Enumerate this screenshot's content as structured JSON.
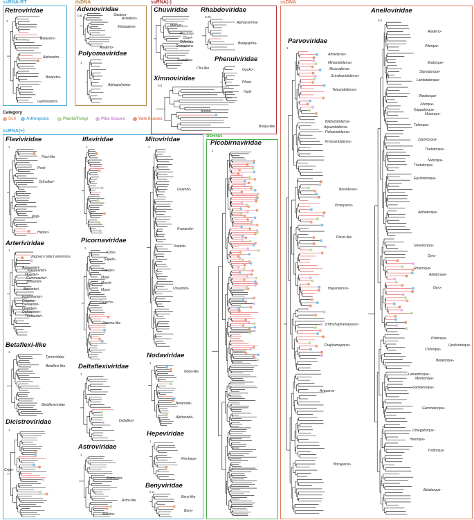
{
  "groups": {
    "ssrna_rt": "ssRNA-RT",
    "dsdna": "dsDNA",
    "ssrna_neg": "ssRNA(-)",
    "ssdna": "ssDNA",
    "ssrna_pos": "ssRNA(+)",
    "dsrna": "dsRNA"
  },
  "colors": {
    "ssrna_rt": "#4aa8d8",
    "dsdna": "#b8864b",
    "ssrna_neg": "#a8323e",
    "ssdna": "#e07a55",
    "ssrna_pos": "#4aa8d8",
    "dsrna": "#4caf50",
    "soil": "#f4a582",
    "arthropods": "#7fc4e8",
    "plants_fungi": "#b8e0a0",
    "pika": "#e0b8e8",
    "vole": "#e8967a",
    "highlight": "#e05050"
  },
  "legend": {
    "title": "Category",
    "items": [
      "Soil",
      "Arthropods",
      "Plants/Fungi",
      "Pika tissues",
      "Vole tissues"
    ]
  },
  "families": {
    "retroviridae": "Retroviridae",
    "adenoviridae": "Adenoviridae",
    "polyomaviridae": "Polyomaviridae",
    "chuviridae": "Chuviridae",
    "rhabdoviridae": "Rhabdoviridae",
    "phenuiviridae": "Phenuiviridae",
    "ximnoviridae": "Ximnoviridae",
    "parvoviridae": "Parvoviridae",
    "anelloviridae": "Anelloviridae",
    "flaviviridae": "Flaviviridae",
    "iflaviridae": "Iflaviridae",
    "mitoviridae": "Mitoviridae",
    "picobirnaviridae": "Picobirnaviridae",
    "arteriviridae": "Arteriviridae",
    "picornaviridae": "Picornaviridae",
    "nodaviridae": "Nodaviridae",
    "betaflexi_like": "Betaflexi-like",
    "deltaflexiviridae": "Deltaflexiviridae",
    "hepeviridae": "Hepeviridae",
    "dicistroviridae": "Dicistroviridae",
    "astroviridae": "Astroviridae",
    "benyviridae": "Benyviridae"
  },
  "labels": {
    "retro": [
      "Betaretro-",
      "Alpharetro-",
      "Betaretro-",
      "Gammaretro-"
    ],
    "adeno": [
      "Siadeno-",
      "Aviadeno-",
      "Mastadeno-",
      "Atadeno-"
    ],
    "polyoma": [
      "Alphapolyoma-"
    ],
    "chu": [
      "Morsus-",
      "Piscichu-",
      "Chuvi-",
      "Odonata-",
      "Demaptera-",
      "Scarabeu-",
      "Chu-like"
    ],
    "rhabdo": [
      "Alphahymrha-",
      "Betapaprha-"
    ],
    "phenui": [
      "Gouko-",
      "Phasi-",
      "Hudi-"
    ],
    "ximno": [
      "Anphe-",
      "Buhya-like"
    ],
    "parvo": [
      "Ambidenso-",
      "Miniambidenso-",
      "Muscodenso-",
      "Scindoambidenso-",
      "Tetuambidenso-",
      "Blattambidenso-",
      "Aquambidenso-",
      "Pefuambidenso-",
      "Protoambidenso-",
      "Brevidenso-",
      "Protoparvo-",
      "Parvo-like",
      "Hepandenso-",
      "Ichthchaphamaparvo-",
      "Chaphamaparvo-",
      "Aveparvo-",
      "Bocaparvo-"
    ],
    "anello": [
      "Atadeno-",
      "Pitorque-",
      "Etatorque-",
      "Sigmatorque-",
      "Lambdatorque-",
      "Wawtorque-",
      "Xitorque-",
      "Kappatorque-",
      "Mutorque-",
      "Tettorque-",
      "Zayintorque-",
      "Thetatorque-",
      "Nutorque-",
      "Thetatorque-",
      "Epsilontorque-",
      "Alphatorque-",
      "Gimeltorque-",
      "Gyro-",
      "Rhotorque-",
      "Aleptorque-",
      "Gyro-",
      "Psitorque-",
      "Upsilontorque-",
      "Chitorque-",
      "Betatorque-",
      "Lamedtorque-",
      "Memtorque-",
      "Samektorque-",
      "Gammatorque-",
      "Omegatorque-",
      "Hetorque-",
      "Yodtorque-",
      "Betatorque-"
    ],
    "flavi": [
      "Flavi-like",
      "Pesti-",
      "Orthoflavi-",
      "Pegi-",
      "Hepaci-"
    ],
    "mito": [
      "Duamito-",
      "Kvaramito-",
      "Triamito-",
      "Unuamito-"
    ],
    "arteri": [
      "Jingmen rodent arterivirus",
      "Alphaarteri-",
      "Kappaarteri-",
      "Muarteri-",
      "Gammaarteri-",
      "Zetaarteri-",
      "Betaarteri-",
      "Epsilonarteri-",
      "Etaarteri-",
      "Deltaarteri-",
      "Iotaarteri-",
      "Deltaarteriv-",
      "Thetaarteri-"
    ],
    "picorna": [
      "Kobu-",
      "Sapelo-",
      "Parabo-",
      "Mupi-",
      "Mischi-",
      "Mosa-",
      "Parecho-",
      "Picorna-like"
    ],
    "noda": [
      "Noda-like",
      "Betanoda-",
      "Alphanoda-"
    ],
    "betaflexi": [
      "Tymoviridae",
      "Betaflexi-like",
      "Betaflexiviridae"
    ],
    "deltaflexi": [
      "Deltaflexi-"
    ],
    "hepe": [
      "Pinchepe-"
    ],
    "dicistro": [
      "Cripa-"
    ],
    "astro": [
      "Mamastro-",
      "Astro-like",
      "Avastro-"
    ],
    "beny": [
      "Beny-like",
      "Beny-"
    ]
  },
  "scales": {
    "retro": "1",
    "adeno": "0.5",
    "polyoma": "1",
    "rhabdo": "0.25",
    "ximno": "0.5",
    "parvo": "1",
    "anello": "0.5",
    "flavi": "1",
    "ifla": "1",
    "arteri": "1",
    "picorna": "1",
    "mito": "1",
    "pico": "1",
    "noda": "1",
    "betaflexi": "1",
    "deltaflexi": "1",
    "hepe": "1",
    "dicistro": "1",
    "astro": "1",
    "beny": "0.2"
  }
}
